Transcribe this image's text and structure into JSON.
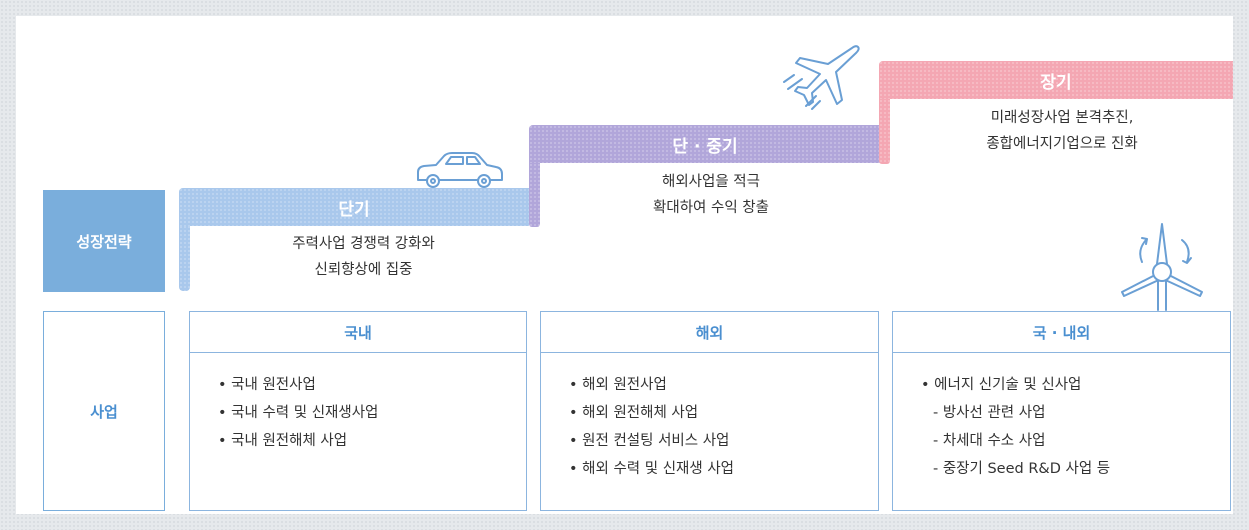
{
  "row_labels": {
    "growth_strategy": "성장전략",
    "business": "사업"
  },
  "steps": [
    {
      "title": "단기",
      "desc_line1": "주력사업 경쟁력 강화와",
      "desc_line2": "신뢰향상에 집중",
      "color": "#a9c8ec",
      "icon": "car-icon"
    },
    {
      "title": "단 · 중기",
      "desc_line1": "해외사업을 적극",
      "desc_line2": "확대하여 수익 창출",
      "color": "#b1a6da",
      "icon": "airplane-icon"
    },
    {
      "title": "장기",
      "desc_line1": "미래성장사업 본격추진,",
      "desc_line2": "종합에너지기업으로 진화",
      "color": "#f4a7b3",
      "icon": "wind-turbine-icon"
    }
  ],
  "business_boxes": [
    {
      "header": "국내",
      "items": [
        "• 국내 원전사업",
        "• 국내 수력 및 신재생사업",
        "• 국내 원전해체 사업"
      ]
    },
    {
      "header": "해외",
      "items": [
        "• 해외 원전사업",
        "• 해외 원전해체 사업",
        "• 원전 컨설팅 서비스 사업",
        "• 해외 수력 및 신재생 사업"
      ]
    },
    {
      "header": "국 · 내외",
      "items": [
        "• 에너지 신기술 및 신사업",
        "- 방사선 관련 사업",
        "- 차세대 수소 사업",
        "- 중장기 Seed R&D 사업 등"
      ]
    }
  ],
  "colors": {
    "accent_blue": "#7aaedc",
    "border_blue": "#8cb5df",
    "header_text": "#4a8fd0",
    "icon_blue": "#6a9fd4"
  }
}
